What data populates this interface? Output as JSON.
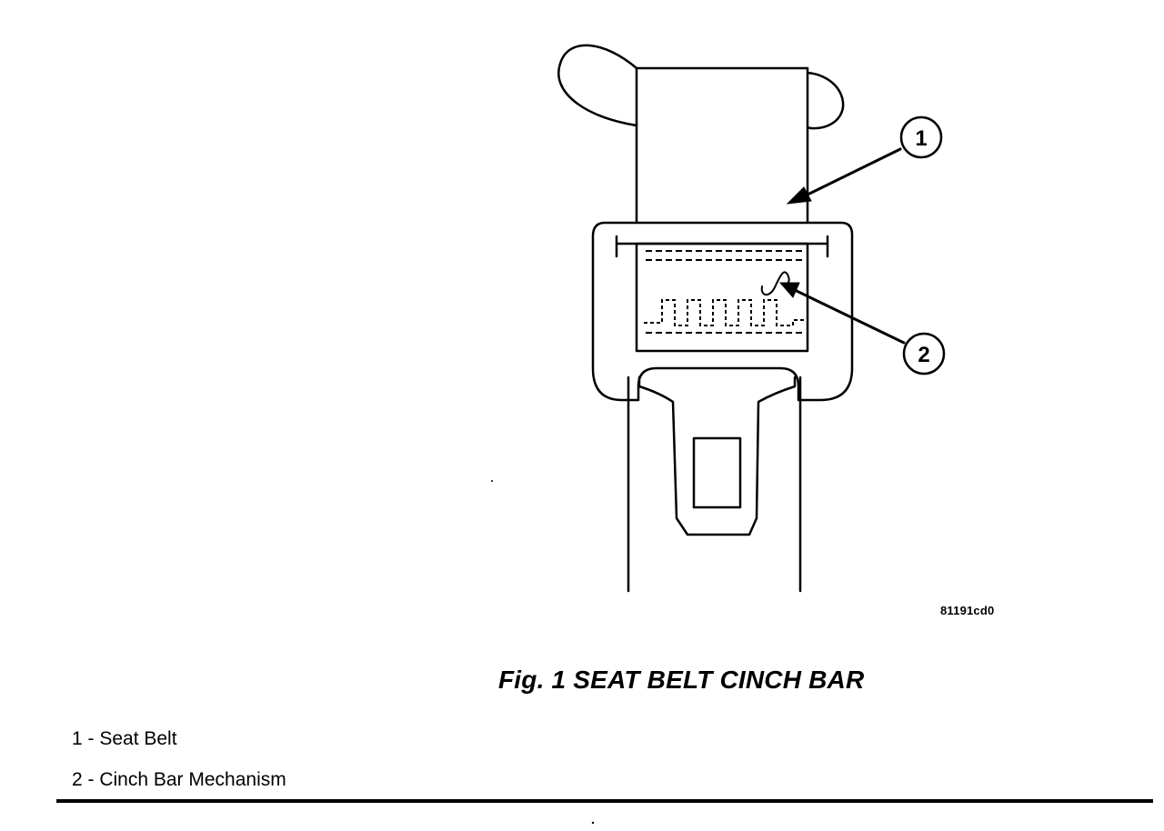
{
  "figure": {
    "code": "81191cd0",
    "caption": "Fig.  1 SEAT BELT CINCH BAR"
  },
  "callouts": [
    {
      "number": "1"
    },
    {
      "number": "2"
    }
  ],
  "legend": {
    "items": [
      {
        "text": "1 - Seat Belt"
      },
      {
        "text": "2 - Cinch Bar Mechanism"
      }
    ]
  },
  "colors": {
    "line": "#000000",
    "background": "#ffffff"
  }
}
